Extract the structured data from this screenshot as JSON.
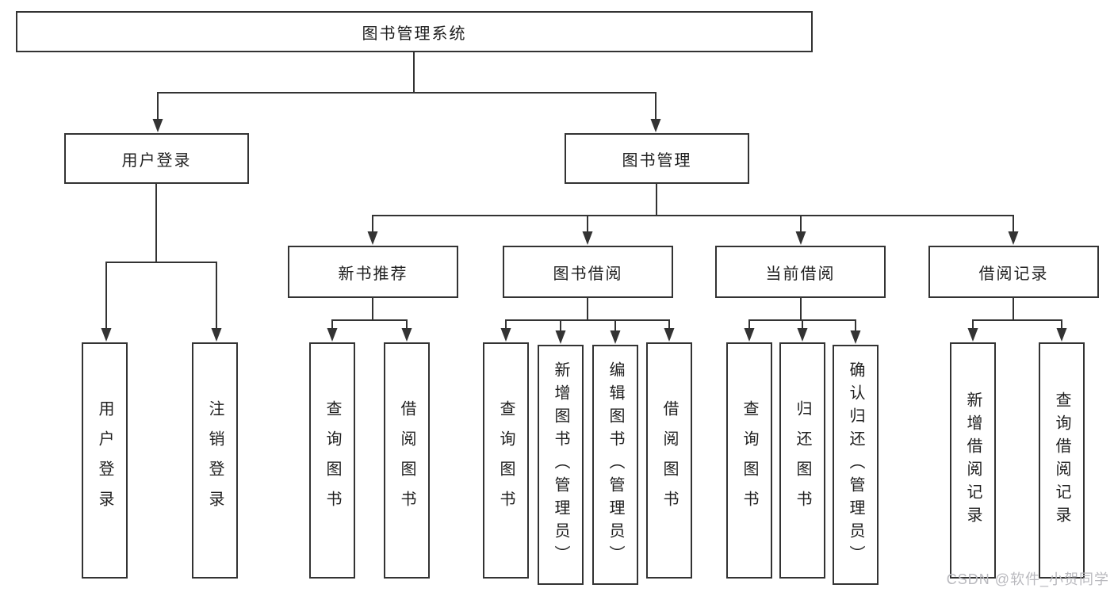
{
  "diagram": {
    "root_label": "图书管理系统",
    "user_branch": {
      "label": "用户登录",
      "children": [
        "用户登录",
        "注销登录"
      ]
    },
    "book_branch": {
      "label": "图书管理",
      "groups": [
        {
          "label": "新书推荐",
          "children": [
            "查询图书",
            "借阅图书"
          ]
        },
        {
          "label": "图书借阅",
          "children": [
            "查询图书",
            "新增图书（管理员）",
            "编辑图书（管理员）",
            "借阅图书"
          ]
        },
        {
          "label": "当前借阅",
          "children": [
            "查询图书",
            "归还图书",
            "确认归还（管理员）"
          ]
        },
        {
          "label": "借阅记录",
          "children": [
            "新增借阅记录",
            "查询借阅记录"
          ]
        }
      ]
    }
  },
  "watermark": "CSDN @软件_小贺同学",
  "colors": {
    "line": "#333333",
    "box_border": "#333333",
    "background": "#ffffff",
    "watermark_text": "#b9b9be"
  }
}
